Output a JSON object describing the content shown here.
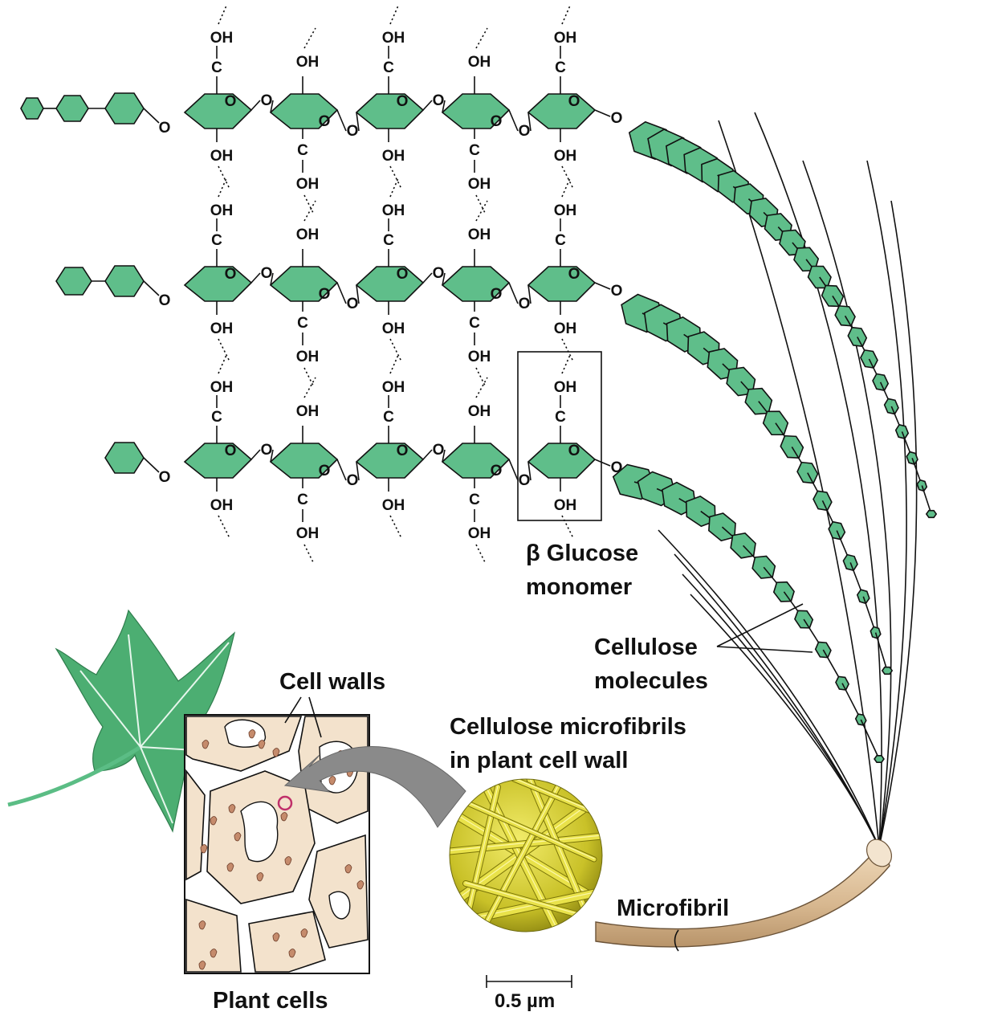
{
  "labels": {
    "glucose_line1": "β Glucose",
    "glucose_line2": "monomer",
    "cellulose_line1": "Cellulose",
    "cellulose_line2": "molecules",
    "microfibrils_line1": "Cellulose microfibrils",
    "microfibrils_line2": "in plant cell wall",
    "cell_walls": "Cell walls",
    "plant_cells": "Plant cells",
    "microfibril": "Microfibril",
    "scale_bar": "0.5 µm"
  },
  "atoms": {
    "hydroxyl": "OH",
    "carbon": "C",
    "oxygen": "O"
  },
  "colors": {
    "glucose_ring": "#5fbe8a",
    "leaf": "#4cae72",
    "cell_wall": "#f3e2cc",
    "arrow": "#8a8a8a",
    "microfibril_sem": "#d8d23a",
    "fiber_strand": "#dcc09a",
    "highlight_circle": "#c0306a"
  }
}
